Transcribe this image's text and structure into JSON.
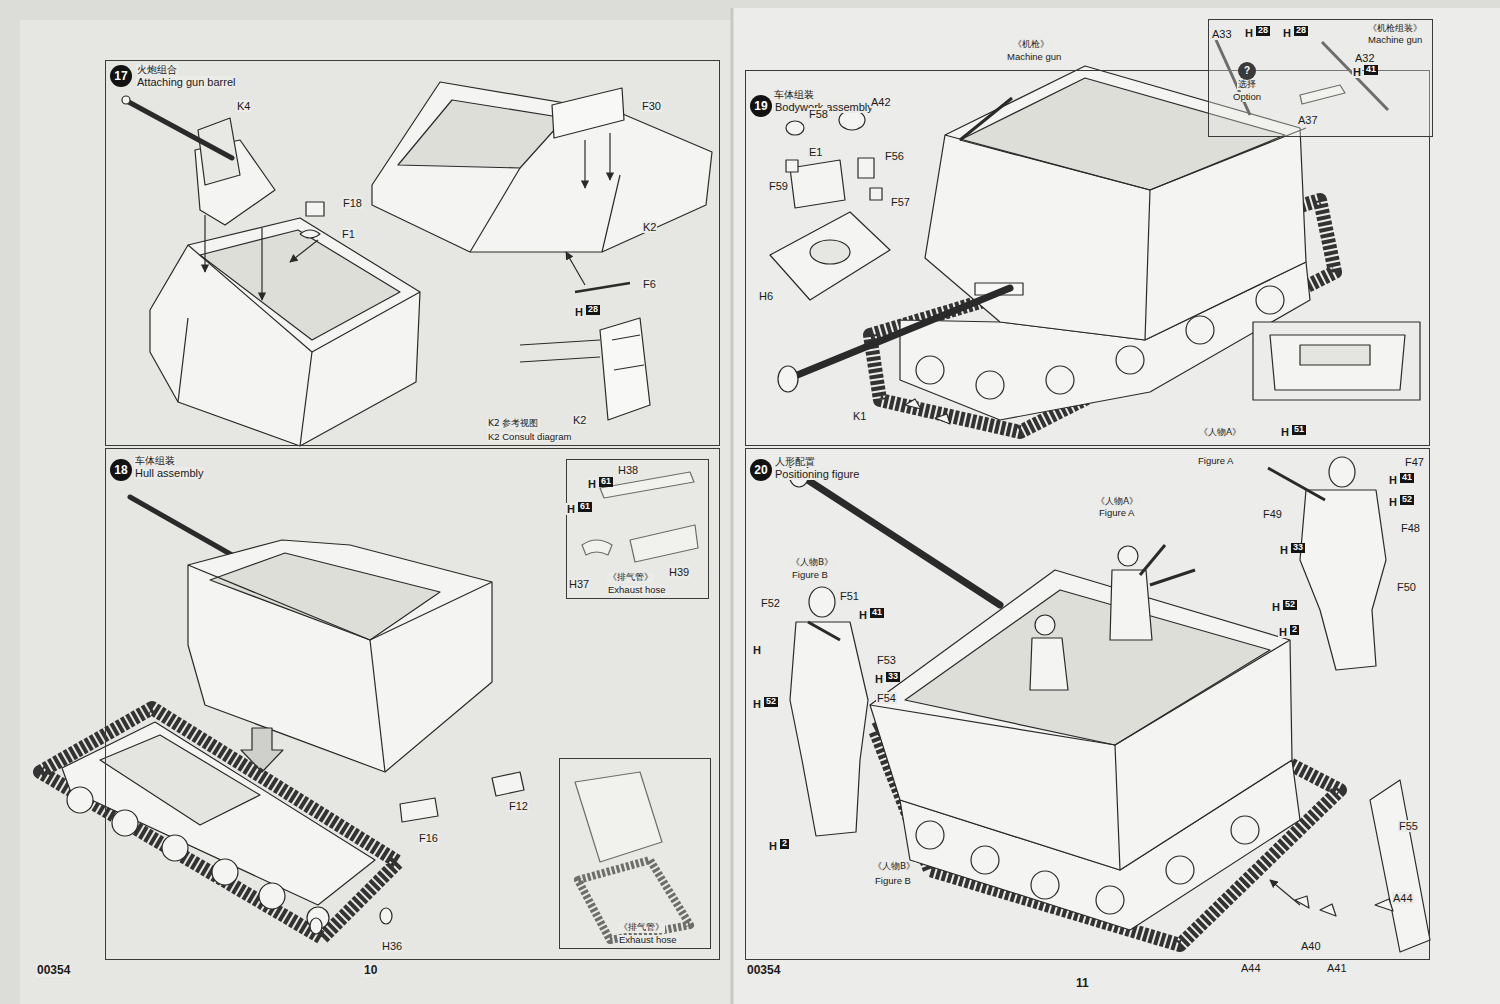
{
  "diagram": {
    "nodes": [
      {
        "text": [
          "火炮组合",
          "Attaching gun barrel"
        ]
      },
      {
        "text": [
          "17"
        ],
        "in": 0
      },
      {
        "text": [
          "车体组装",
          "Hull assembly"
        ]
      },
      {
        "text": [
          "18"
        ],
        "in": 2
      },
      {
        "text": [
          "《排气管》",
          "Exhaust hose"
        ],
        "in": 2
      },
      {
        "text": [
          "《排气管》",
          "Exhaust hose"
        ],
        "in": 2
      },
      {
        "text": [
          "车体组装",
          "Bodywork assembly"
        ]
      },
      {
        "text": [
          "19"
        ],
        "in": 6
      },
      {
        "text": [
          "《机枪组装》",
          "Machine gun"
        ],
        "in": 6
      },
      {
        "text": [
          "?"
        ],
        "in": 8
      },
      {
        "text": [
          "人形配置",
          "Positioning figure"
        ]
      },
      {
        "text": [
          "20"
        ],
        "in": 10
      }
    ],
    "labels": [
      "K4",
      "F18",
      "F1",
      "F30",
      "K2",
      "F6",
      "H",
      "28",
      "K2 参考视图",
      "K2 Consult diagram",
      "K2",
      "H38",
      "H",
      "61",
      "H",
      "61",
      "H39",
      "H37",
      "F12",
      "F16",
      "H36",
      "00354",
      "10",
      "《机枪》",
      "Machine gun",
      "F58",
      "A42",
      "E1",
      "F56",
      "F59",
      "F57",
      "H6",
      "K1",
      "A33",
      "H",
      "28",
      "H",
      "28",
      "选择",
      "Option",
      "A32",
      "H",
      "41",
      "A37",
      "《人物A》",
      "Figure A",
      "H",
      "51",
      "F47",
      "H",
      "41",
      "H",
      "52",
      "F48",
      "F49",
      "H",
      "33",
      "F50",
      "H",
      "52",
      "H",
      "2",
      "《人物A》",
      "Figure A",
      "《人物B》",
      "Figure B",
      "F52",
      "F51",
      "H",
      "41",
      "H",
      "F53",
      "H",
      "33",
      "F54",
      "H",
      "52",
      "H",
      "2",
      "《人物B》",
      "Figure B",
      "F55",
      "A44",
      "A40",
      "A44",
      "A41",
      "00354",
      "11"
    ]
  }
}
